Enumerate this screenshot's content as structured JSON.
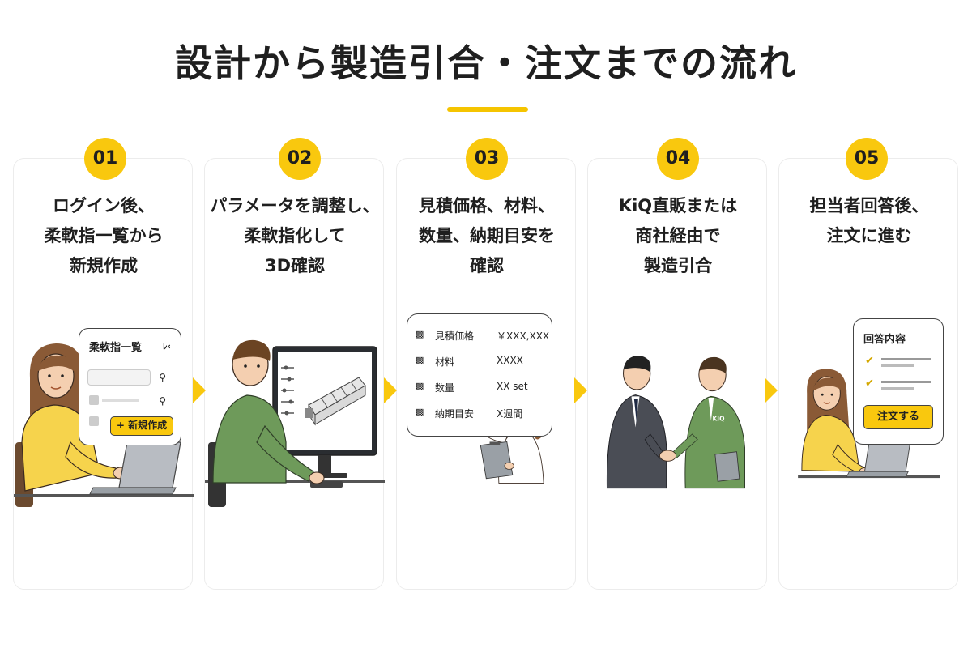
{
  "title": "設計から製造引合・注文までの流れ",
  "colors": {
    "accent": "#f9c80e",
    "text": "#1f1f1f",
    "card_border": "#ececec"
  },
  "steps": [
    {
      "number": "01",
      "lines": [
        "ログイン後、",
        "柔軟指一覧から",
        "新規作成"
      ]
    },
    {
      "number": "02",
      "lines": [
        "パラメータを調整し、",
        "柔軟指化して",
        "3D確認"
      ]
    },
    {
      "number": "03",
      "lines": [
        "見積価格、材料、",
        "数量、納期目安を",
        "確認"
      ]
    },
    {
      "number": "04",
      "lines": [
        "KiQ直販または",
        "商社経由で",
        "製造引合"
      ]
    },
    {
      "number": "05",
      "lines": [
        "担当者回答後、",
        "注文に進む"
      ]
    }
  ],
  "step1_panel": {
    "title": "柔軟指一覧",
    "corner_icon": "collapse-icon",
    "button_label": "+ 新規作成"
  },
  "step3_panel": {
    "rows": [
      {
        "label": "見積価格",
        "value": "￥XXX,XXX"
      },
      {
        "label": "材料",
        "value": "XXXX"
      },
      {
        "label": "数量",
        "value": "XX set"
      },
      {
        "label": "納期目安",
        "value": "X週間"
      }
    ]
  },
  "step4_logo": "KIQ",
  "step5_panel": {
    "title": "回答内容",
    "button_label": "注文する"
  }
}
